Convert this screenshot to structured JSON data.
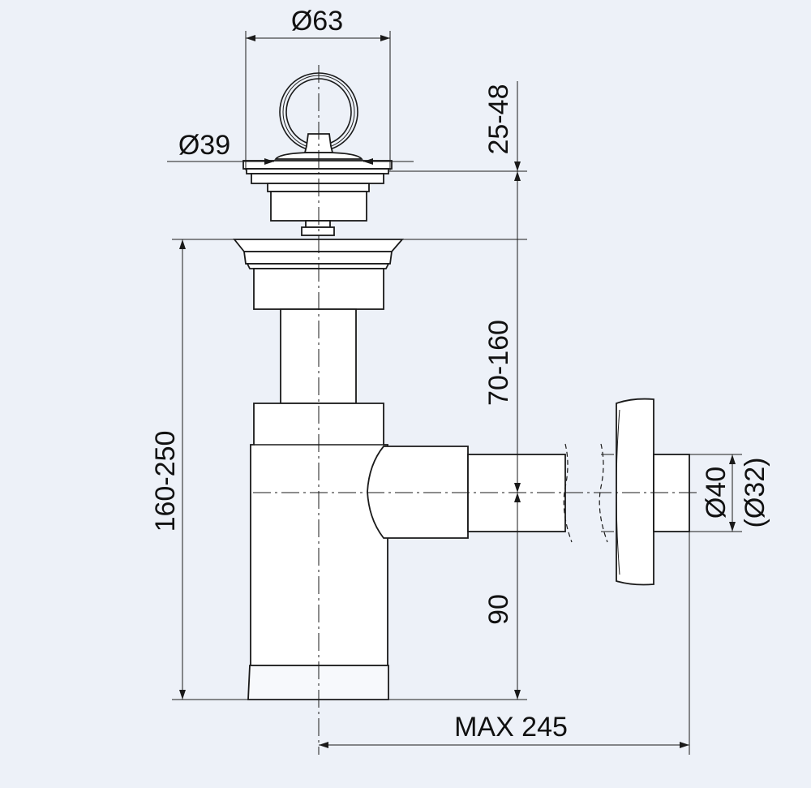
{
  "colors": {
    "background": "#edf1f8",
    "line": "#1a1a1a",
    "part_fill": "#ffffff"
  },
  "dimensions": {
    "top_diameter": "Ø63",
    "stopper_diameter": "Ø39",
    "stopper_height": "25-48",
    "tail_length": "70-160",
    "total_height": "160-250",
    "outlet_height": "90",
    "outlet_diameter": "Ø40",
    "outlet_diameter_alt": "(Ø32)",
    "max_reach": "MAX 245"
  }
}
